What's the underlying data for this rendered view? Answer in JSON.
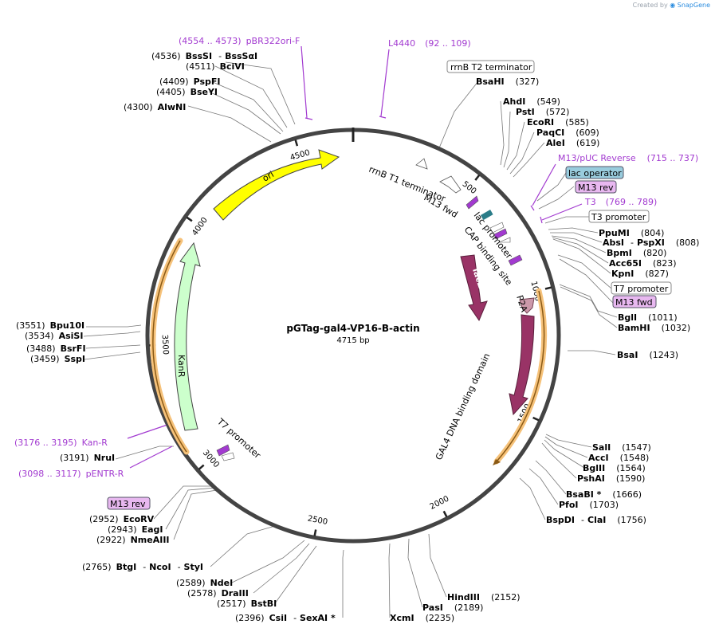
{
  "brand": {
    "created_by": "Created by",
    "app": "SnapGene"
  },
  "plasmid": {
    "name": "pGTag-gal4-VP16-B-actin",
    "length": "4715 bp"
  },
  "ticks": [
    "500",
    "1000",
    "1500",
    "2000",
    "2500",
    "3000",
    "3500",
    "4000",
    "4500"
  ],
  "features": {
    "ori": "ori",
    "kanr": "KanR",
    "lacz": "lacZα",
    "gal4": "GAL4 DNA binding domain",
    "p2a": "P2A",
    "rrnb_t1": "rrnB T1 terminator",
    "m13fwd_inner": "M13 fwd",
    "lac_promoter": "lac promoter",
    "cap_site": "CAP binding site",
    "t7_inner": "T7 promoter"
  },
  "labels": {
    "l4440": "L4440",
    "l4440_pos": "(92 .. 109)",
    "pbr_pos": "(4554 .. 4573)",
    "pbr": "pBR322ori-F",
    "bsssi_pos": "(4536)",
    "bsssi": "BssSI",
    "dash": "-",
    "bsssai": "BssSαI",
    "bcivi_pos": "(4511)",
    "bcivi": "BciVI",
    "pspfi_pos": "(4409)",
    "pspfi": "PspFI",
    "bseyi_pos": "(4405)",
    "bseyi": "BseYI",
    "alwni_pos": "(4300)",
    "alwni": "AlwNI",
    "rrnb_t2": "rrnB T2 terminator",
    "bsahi": "BsaHI",
    "bsahi_pos": "(327)",
    "ahdi": "AhdI",
    "ahdi_pos": "(549)",
    "psti": "PstI",
    "psti_pos": "(572)",
    "ecori": "EcoRI",
    "ecori_pos": "(585)",
    "paqci": "PaqCI",
    "paqci_pos": "(609)",
    "alei": "AleI",
    "alei_pos": "(619)",
    "m13puc": "M13/pUC Reverse",
    "m13puc_pos": "(715 .. 737)",
    "lac_operator": "lac operator",
    "m13rev": "M13 rev",
    "t3": "T3",
    "t3_pos": "(769 .. 789)",
    "t3_promoter": "T3 promoter",
    "ppumi": "PpuMI",
    "ppumi_pos": "(804)",
    "absi": "AbsI",
    "pspxi": "PspXI",
    "absi_pos": "(808)",
    "bpmi": "BpmI",
    "bpmi_pos": "(820)",
    "acc65i": "Acc65I",
    "acc65i_pos": "(823)",
    "kpni": "KpnI",
    "kpni_pos": "(827)",
    "t7_promoter": "T7 promoter",
    "m13fwd": "M13 fwd",
    "bgli": "BglI",
    "bgli_pos": "(1011)",
    "bamhi": "BamHI",
    "bamhi_pos": "(1032)",
    "bsai": "BsaI",
    "bsai_pos": "(1243)",
    "bpu10i_pos": "(3551)",
    "bpu10i": "Bpu10I",
    "asisi_pos": "(3534)",
    "asisi": "AsiSI",
    "bsrfi_pos": "(3488)",
    "bsrfi": "BsrFI",
    "sspi_pos": "(3459)",
    "sspi": "SspI",
    "kan_r_pos": "(3176 .. 3195)",
    "kan_r": "Kan-R",
    "nrui_pos": "(3191)",
    "nrui": "NruI",
    "pentr_pos": "(3098 .. 3117)",
    "pentr": "pENTR-R",
    "m13rev2": "M13 rev",
    "ecorv_pos": "(2952)",
    "ecorv": "EcoRV",
    "eagi_pos": "(2943)",
    "eagi": "EagI",
    "nmeaiii_pos": "(2922)",
    "nmeaiii": "NmeAIII",
    "btgi_pos": "(2765)",
    "btgi": "BtgI",
    "ncoi": "NcoI",
    "styi": "StyI",
    "ndei_pos": "(2589)",
    "ndei": "NdeI",
    "draiii_pos": "(2578)",
    "draiii": "DraIII",
    "bstbi_pos": "(2517)",
    "bstbi": "BstBI",
    "csii_pos": "(2396)",
    "csii": "CsiI",
    "sexai": "SexAI *",
    "sali": "SalI",
    "sali_pos": "(1547)",
    "acci": "AccI",
    "acci_pos": "(1548)",
    "bglii": "BglII",
    "bglii_pos": "(1564)",
    "pshai": "PshAI",
    "pshai_pos": "(1590)",
    "bsabi": "BsaBI *",
    "bsabi_pos": "(1666)",
    "pfoi": "PfoI",
    "pfoi_pos": "(1703)",
    "bspdi": "BspDI",
    "clai": "ClaI",
    "bspdi_pos": "(1756)",
    "hindiii": "HindIII",
    "hindiii_pos": "(2152)",
    "pasi": "PasI",
    "pasi_pos": "(2189)",
    "xcmi": "XcmI",
    "xcmi_pos": "(2235)"
  },
  "colors": {
    "ori": "#ffff00",
    "kanr": "#ccffcc",
    "lacz": "#993366",
    "gal4": "#993366",
    "primer": "#a23ad0",
    "lac_operator": "#99ccdd",
    "m13": "#e8b8f0",
    "halo": "#f6c27a"
  }
}
